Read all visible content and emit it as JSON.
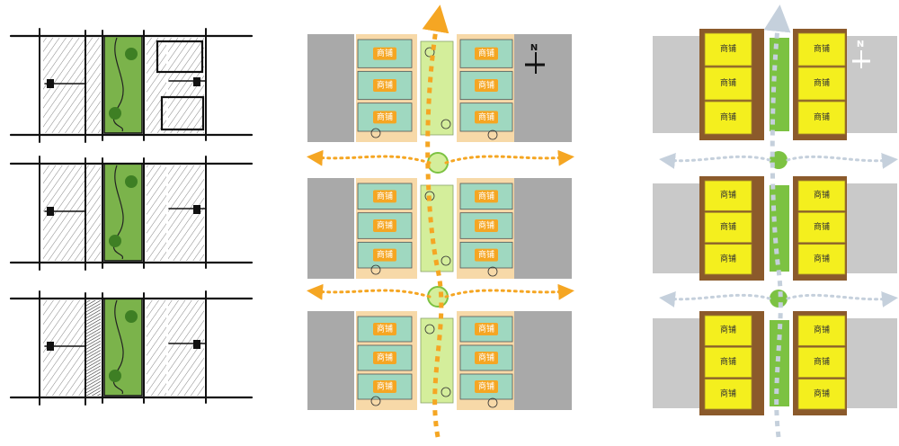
{
  "title": "",
  "colors": {
    "sketch_green": "#7bb34b",
    "plan_teal": "#9fd8c0",
    "plan_grey": "#a9a9a9",
    "plan_beige": "#f7d9a8",
    "plan_orange": "#f5a623",
    "plan_lawn": "#d4ee9b",
    "right_yellow": "#f4ef1e",
    "right_brown": "#8b5a2b",
    "right_green": "#7cc242",
    "right_grey": "#c9c9c9",
    "arrow_light": "#c5d0dc"
  },
  "panels": {
    "sketch": {
      "name": "concept-sketches",
      "rows": 3
    },
    "middle": {
      "name": "street-plan-orange",
      "north_label": "N",
      "shop_label": "商铺",
      "shops_per_block_side": 3,
      "blocks": 3
    },
    "right": {
      "name": "street-plan-yellow",
      "north_label": "N",
      "shop_label": "商铺",
      "shops_per_block_side": 3,
      "blocks": 3
    }
  }
}
